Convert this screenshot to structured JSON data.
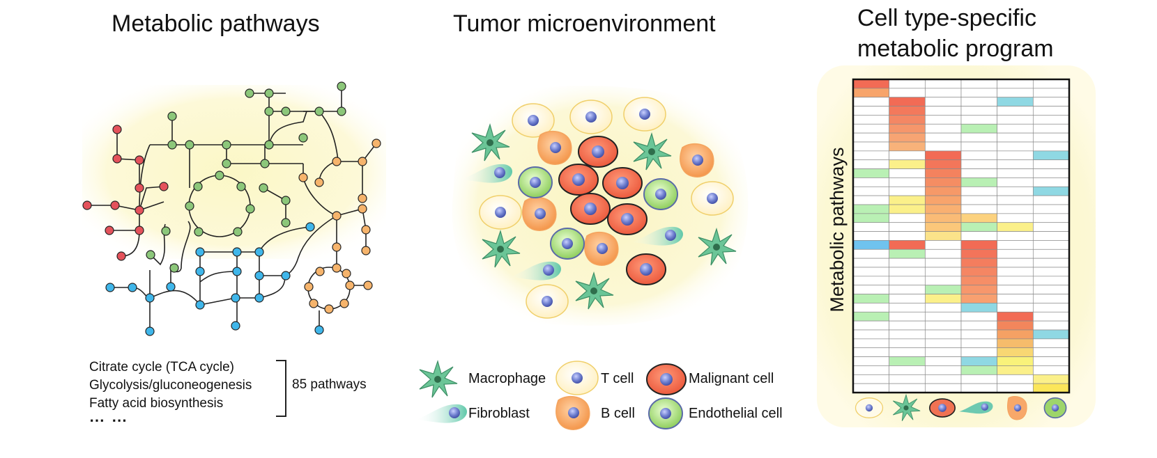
{
  "panels": {
    "metabolic": {
      "title": "Metabolic pathways",
      "pathway_list": [
        "Citrate cycle (TCA cycle)",
        "Glycolysis/gluconeogenesis",
        "Fatty acid biosynthesis"
      ],
      "ellipsis": "⋯ ⋯",
      "count_label": "85 pathways"
    },
    "tumor": {
      "title": "Tumor microenvironment",
      "legend": [
        {
          "label": "Macrophage",
          "icon": "macrophage-icon"
        },
        {
          "label": "T cell",
          "icon": "t-cell-icon"
        },
        {
          "label": "Malignant cell",
          "icon": "malignant-cell-icon"
        },
        {
          "label": "Fibroblast",
          "icon": "fibroblast-icon"
        },
        {
          "label": "B cell",
          "icon": "b-cell-icon"
        },
        {
          "label": "Endothelial cell",
          "icon": "endothelial-cell-icon"
        }
      ]
    },
    "program": {
      "title_line1": "Cell type-specific",
      "title_line2": "metabolic program",
      "ylabel": "Metabolic pathways",
      "columns": [
        "T cell",
        "Macrophage",
        "Malignant cell",
        "Fibroblast",
        "B cell",
        "Endothelial cell"
      ]
    }
  },
  "colors": {
    "green_path": "#8cc77a",
    "red_path": "#e4525b",
    "blue_path": "#3fb6ea",
    "orange_path": "#f6b46c",
    "halo": "#fbf6c4",
    "malignant": "#f07253",
    "bcell": "#f7a86a",
    "endothelial": "#9ed56a",
    "tcell": "#fffbe9",
    "nucleus": "#6f7fcf",
    "macrophage": "#5fb98e",
    "fibroblast": "#6dc9b0"
  }
}
